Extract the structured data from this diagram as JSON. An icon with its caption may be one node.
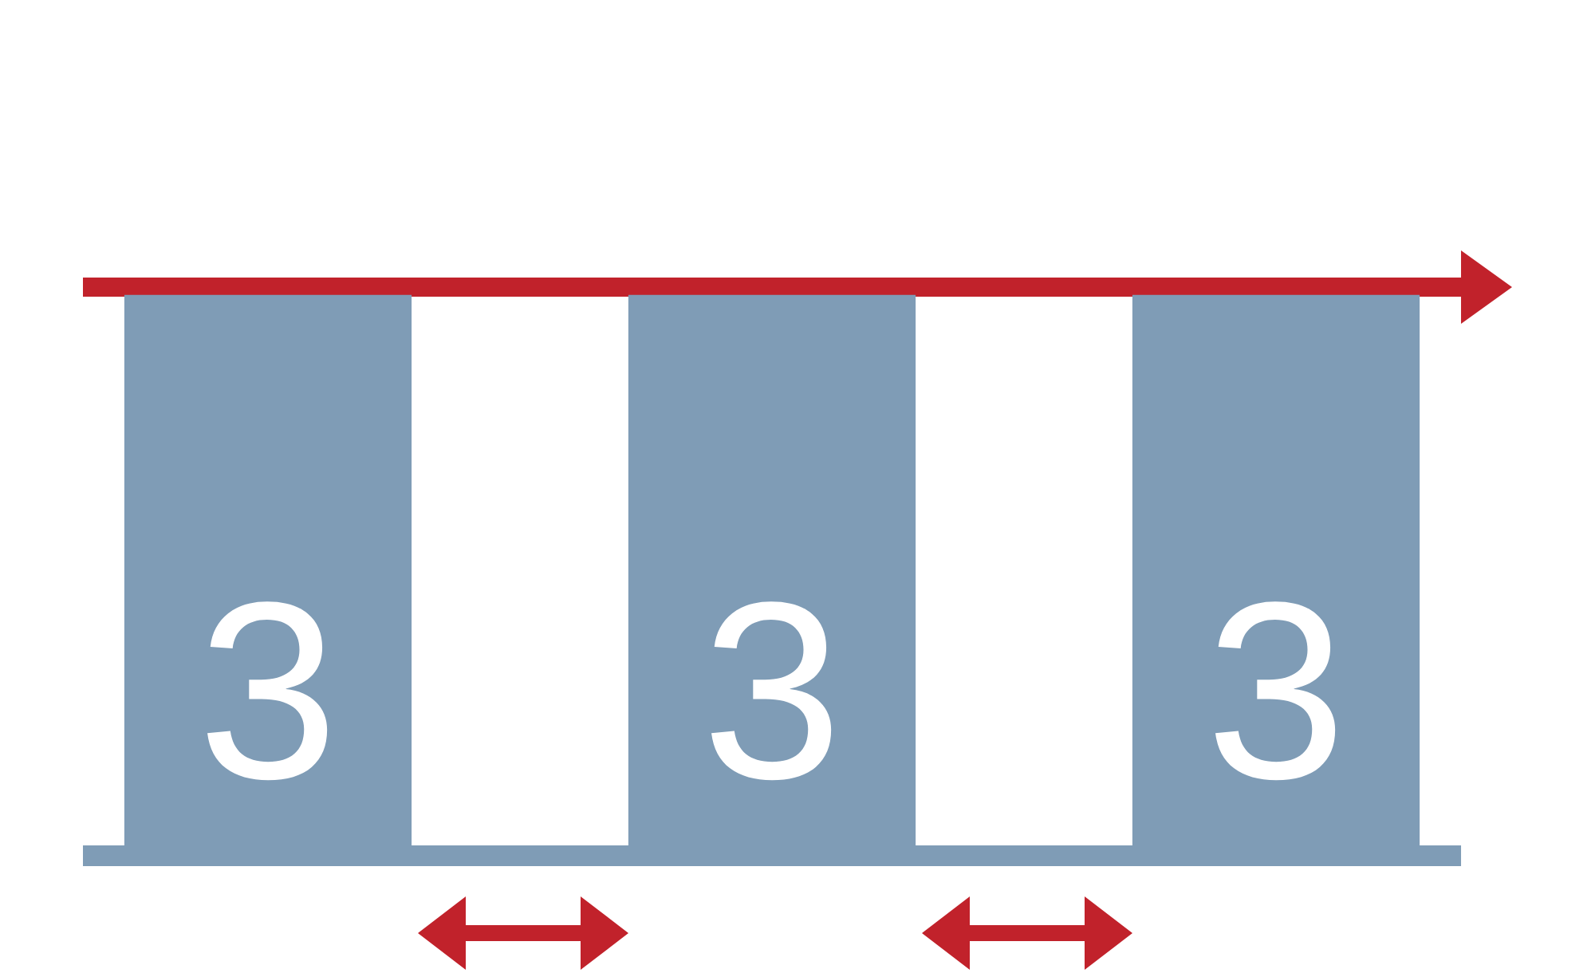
{
  "diagram": {
    "nodes": [
      {
        "text": [
          "3"
        ]
      },
      {
        "text": [
          "3"
        ]
      },
      {
        "text": [
          "3"
        ]
      }
    ]
  }
}
